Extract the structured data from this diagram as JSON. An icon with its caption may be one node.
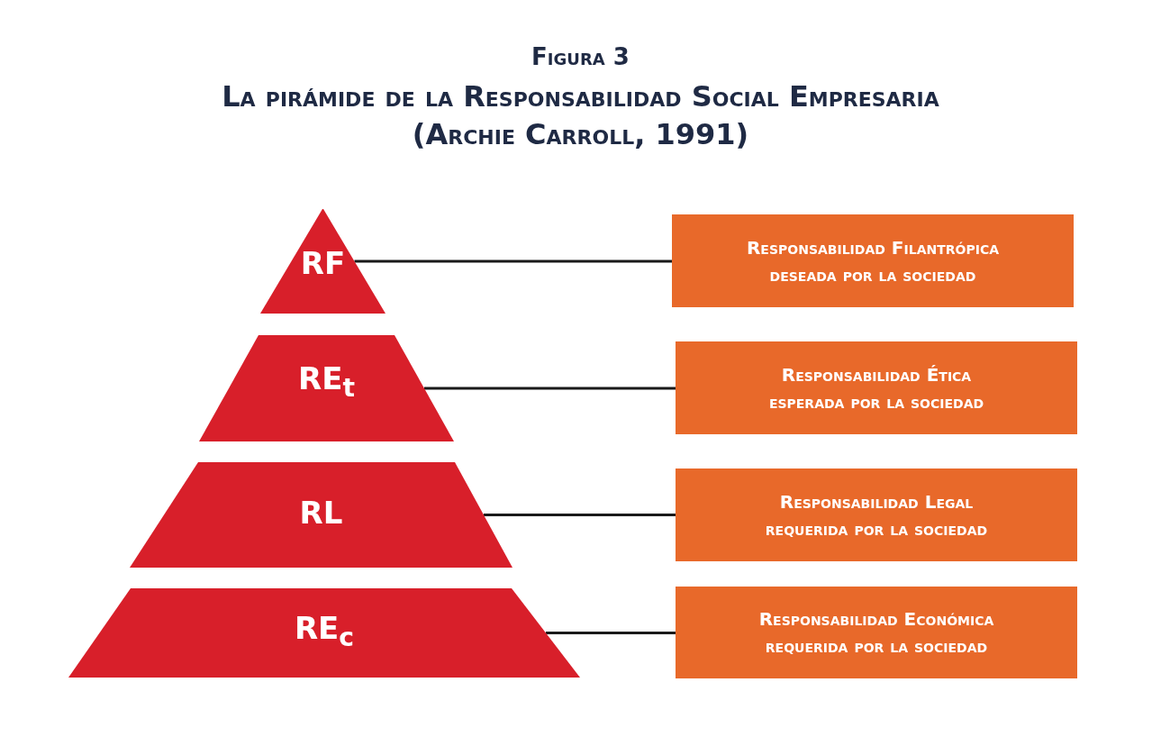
{
  "diagram": {
    "title": "La pirámide de la Responsabilidad Social Empresaria",
    "nodes": [
      {
        "text": [
          "RF"
        ]
      },
      {
        "text": [
          "RE$_{t}$"
        ]
      },
      {
        "text": [
          "RL"
        ]
      },
      {
        "text": [
          "RE$_{c}$"
        ]
      },
      {
        "text": [
          "Responsabilidad Filantrópica",
          "deseada por la sociedad"
        ]
      },
      {
        "text": [
          "Responsabilidad Ética",
          "esperada por la sociedad"
        ]
      },
      {
        "text": [
          "Responsabilidad Legal",
          "requerida por la sociedad"
        ]
      },
      {
        "text": [
          "Responsabilidad Económica",
          "requerida por la sociedad"
        ]
      }
    ],
    "edges": [
      {
        "from": 0,
        "to": 4,
        "arrow": "none"
      },
      {
        "from": 1,
        "to": 5,
        "arrow": "none"
      },
      {
        "from": 2,
        "to": 6,
        "arrow": "none"
      },
      {
        "from": 3,
        "to": 7,
        "arrow": "none"
      }
    ],
    "labels": [
      "Figura 3",
      "(Archie Carroll, 1991)"
    ]
  }
}
